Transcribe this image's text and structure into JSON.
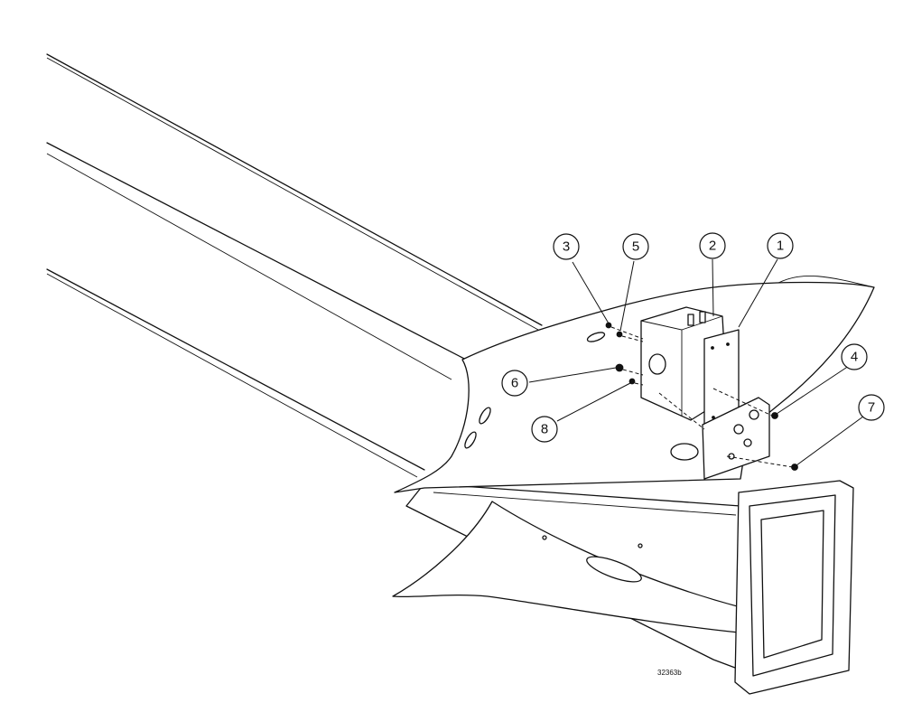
{
  "callouts": [
    {
      "id": "1",
      "label": "1"
    },
    {
      "id": "2",
      "label": "2"
    },
    {
      "id": "3",
      "label": "3"
    },
    {
      "id": "4",
      "label": "4"
    },
    {
      "id": "5",
      "label": "5"
    },
    {
      "id": "6",
      "label": "6"
    },
    {
      "id": "7",
      "label": "7"
    },
    {
      "id": "8",
      "label": "8"
    }
  ],
  "drawing_number": "32363b"
}
